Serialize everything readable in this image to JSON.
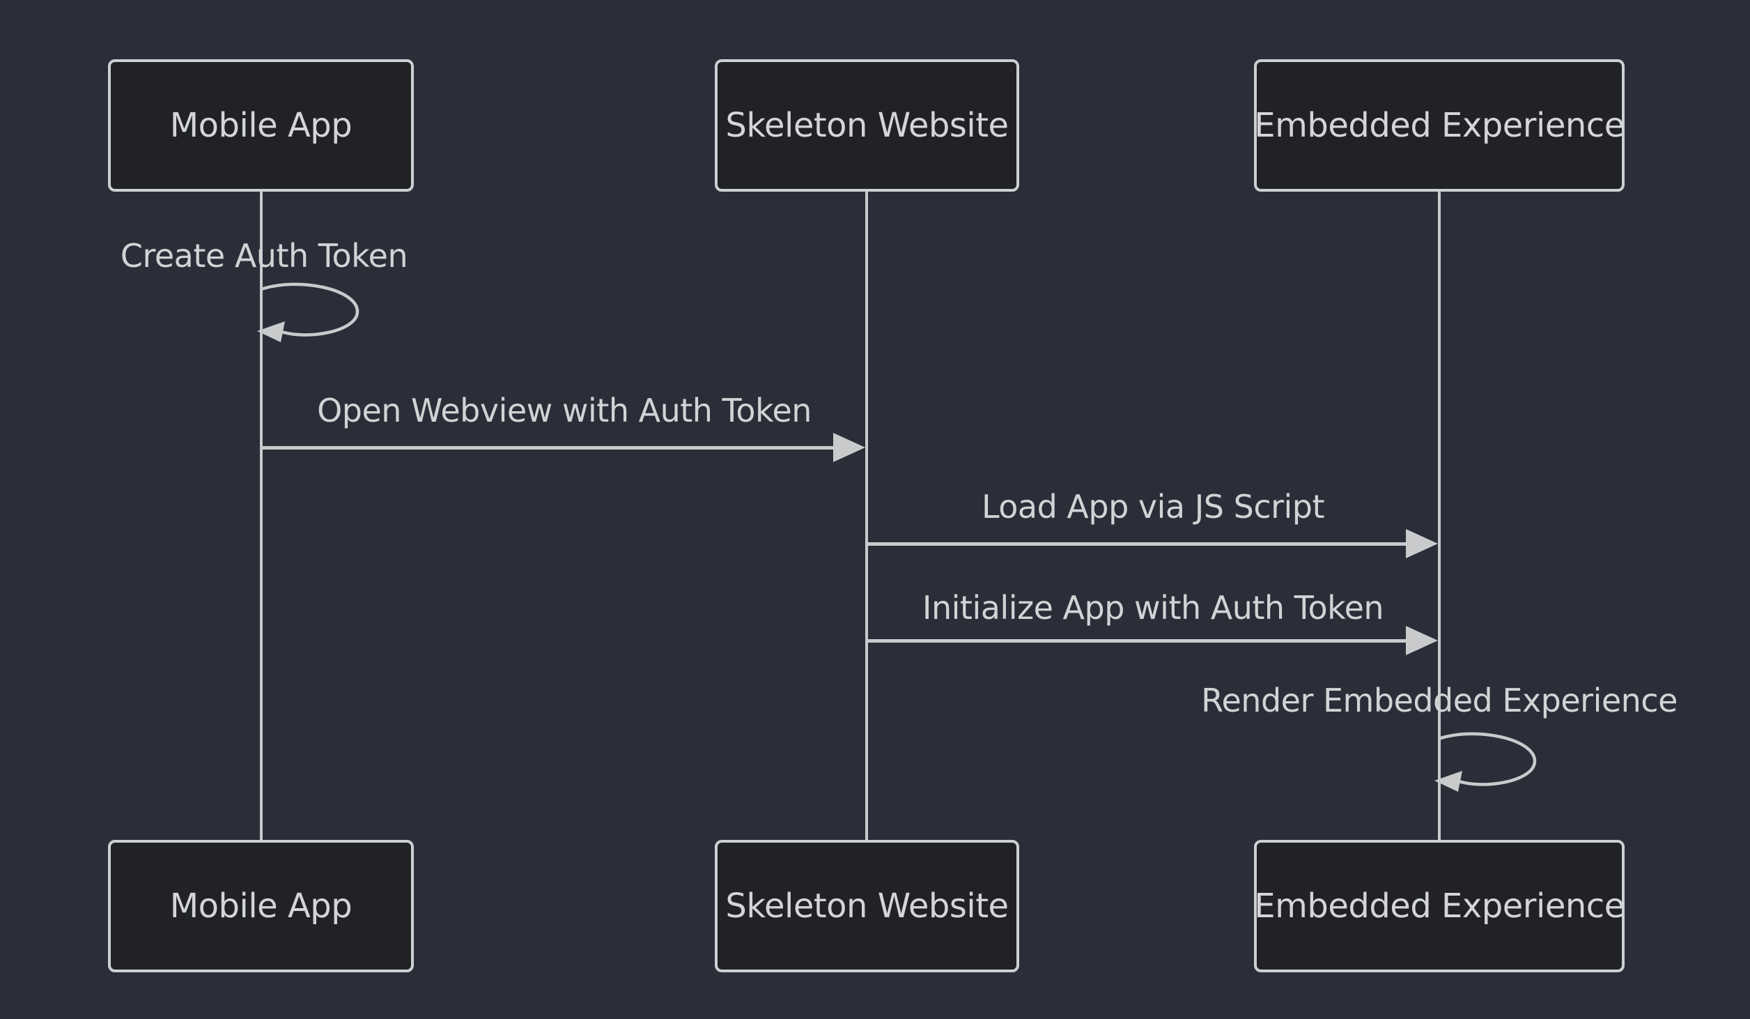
{
  "diagram": {
    "type": "sequence-diagram",
    "colors": {
      "background": "#2b2e38",
      "actor_fill": "#202226",
      "actor_border": "#cdd0d2",
      "line": "#c8cacc",
      "text": "#d2d3d5"
    },
    "actors": [
      {
        "id": "mobile-app",
        "label": "Mobile App"
      },
      {
        "id": "skeleton-website",
        "label": "Skeleton Website"
      },
      {
        "id": "embedded-experience",
        "label": "Embedded Experience"
      }
    ],
    "messages": [
      {
        "from": "mobile-app",
        "to": "mobile-app",
        "kind": "self-loop",
        "label": "Create Auth Token"
      },
      {
        "from": "mobile-app",
        "to": "skeleton-website",
        "kind": "solid-arrow",
        "label": "Open Webview with Auth Token"
      },
      {
        "from": "skeleton-website",
        "to": "embedded-experience",
        "kind": "solid-arrow",
        "label": "Load App via JS Script"
      },
      {
        "from": "skeleton-website",
        "to": "embedded-experience",
        "kind": "solid-arrow",
        "label": "Initialize App with Auth Token"
      },
      {
        "from": "embedded-experience",
        "to": "embedded-experience",
        "kind": "self-loop",
        "label": "Render Embedded Experience"
      }
    ]
  }
}
